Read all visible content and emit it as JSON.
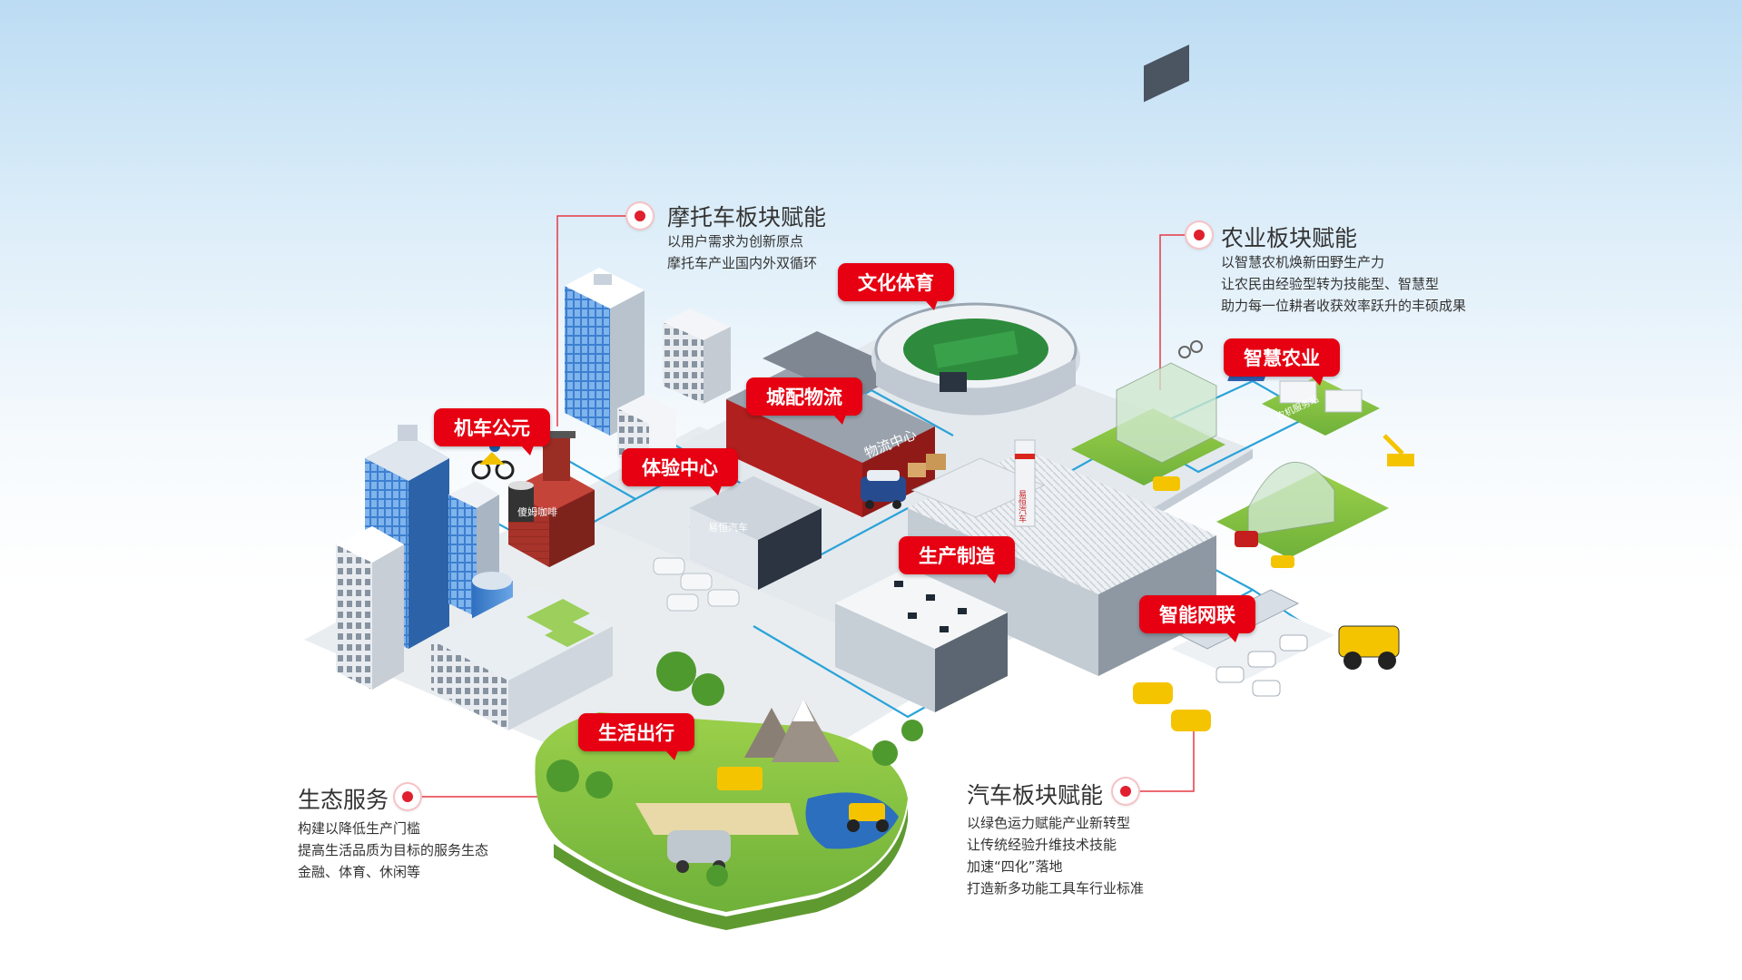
{
  "blocks": {
    "motorcycle": {
      "title": "摩托车板块赋能",
      "lines": [
        "以用户需求为创新原点",
        "摩托车产业国内外双循环"
      ]
    },
    "agriculture": {
      "title": "农业板块赋能",
      "lines": [
        "以智慧农机焕新田野生产力",
        "让农民由经验型转为技能型、智慧型",
        "助力每一位耕者收获效率跃升的丰硕成果"
      ]
    },
    "ecology": {
      "title": "生态服务",
      "lines": [
        "构建以降低生产门槛",
        "提高生活品质为目标的服务生态",
        "金融、体育、休闲等"
      ]
    },
    "automobile": {
      "title": "汽车板块赋能",
      "lines": [
        "以绿色运力赋能产业新转型",
        "让传统经验升维技术技能",
        "加速“四化”落地",
        "打造新多功能工具车行业标准"
      ]
    }
  },
  "tags": {
    "culture_sports": "文化体育",
    "city_logistics": "城配物流",
    "moto_park": "机车公元",
    "experience_center": "体验中心",
    "smart_agriculture": "智慧农业",
    "production": "生产制造",
    "smart_network": "智能网联",
    "life_travel": "生活出行"
  },
  "signs": {
    "cafe": "傻姆咖啡",
    "logistics_center": "物流中心",
    "dealer": "易恒汽车",
    "chimney": "易恒汽车",
    "farm_station": "农机服务站"
  },
  "colors": {
    "accent_red": "#e60012",
    "road_blue": "#2aa3d8",
    "grass_green": "#8cc63f"
  }
}
